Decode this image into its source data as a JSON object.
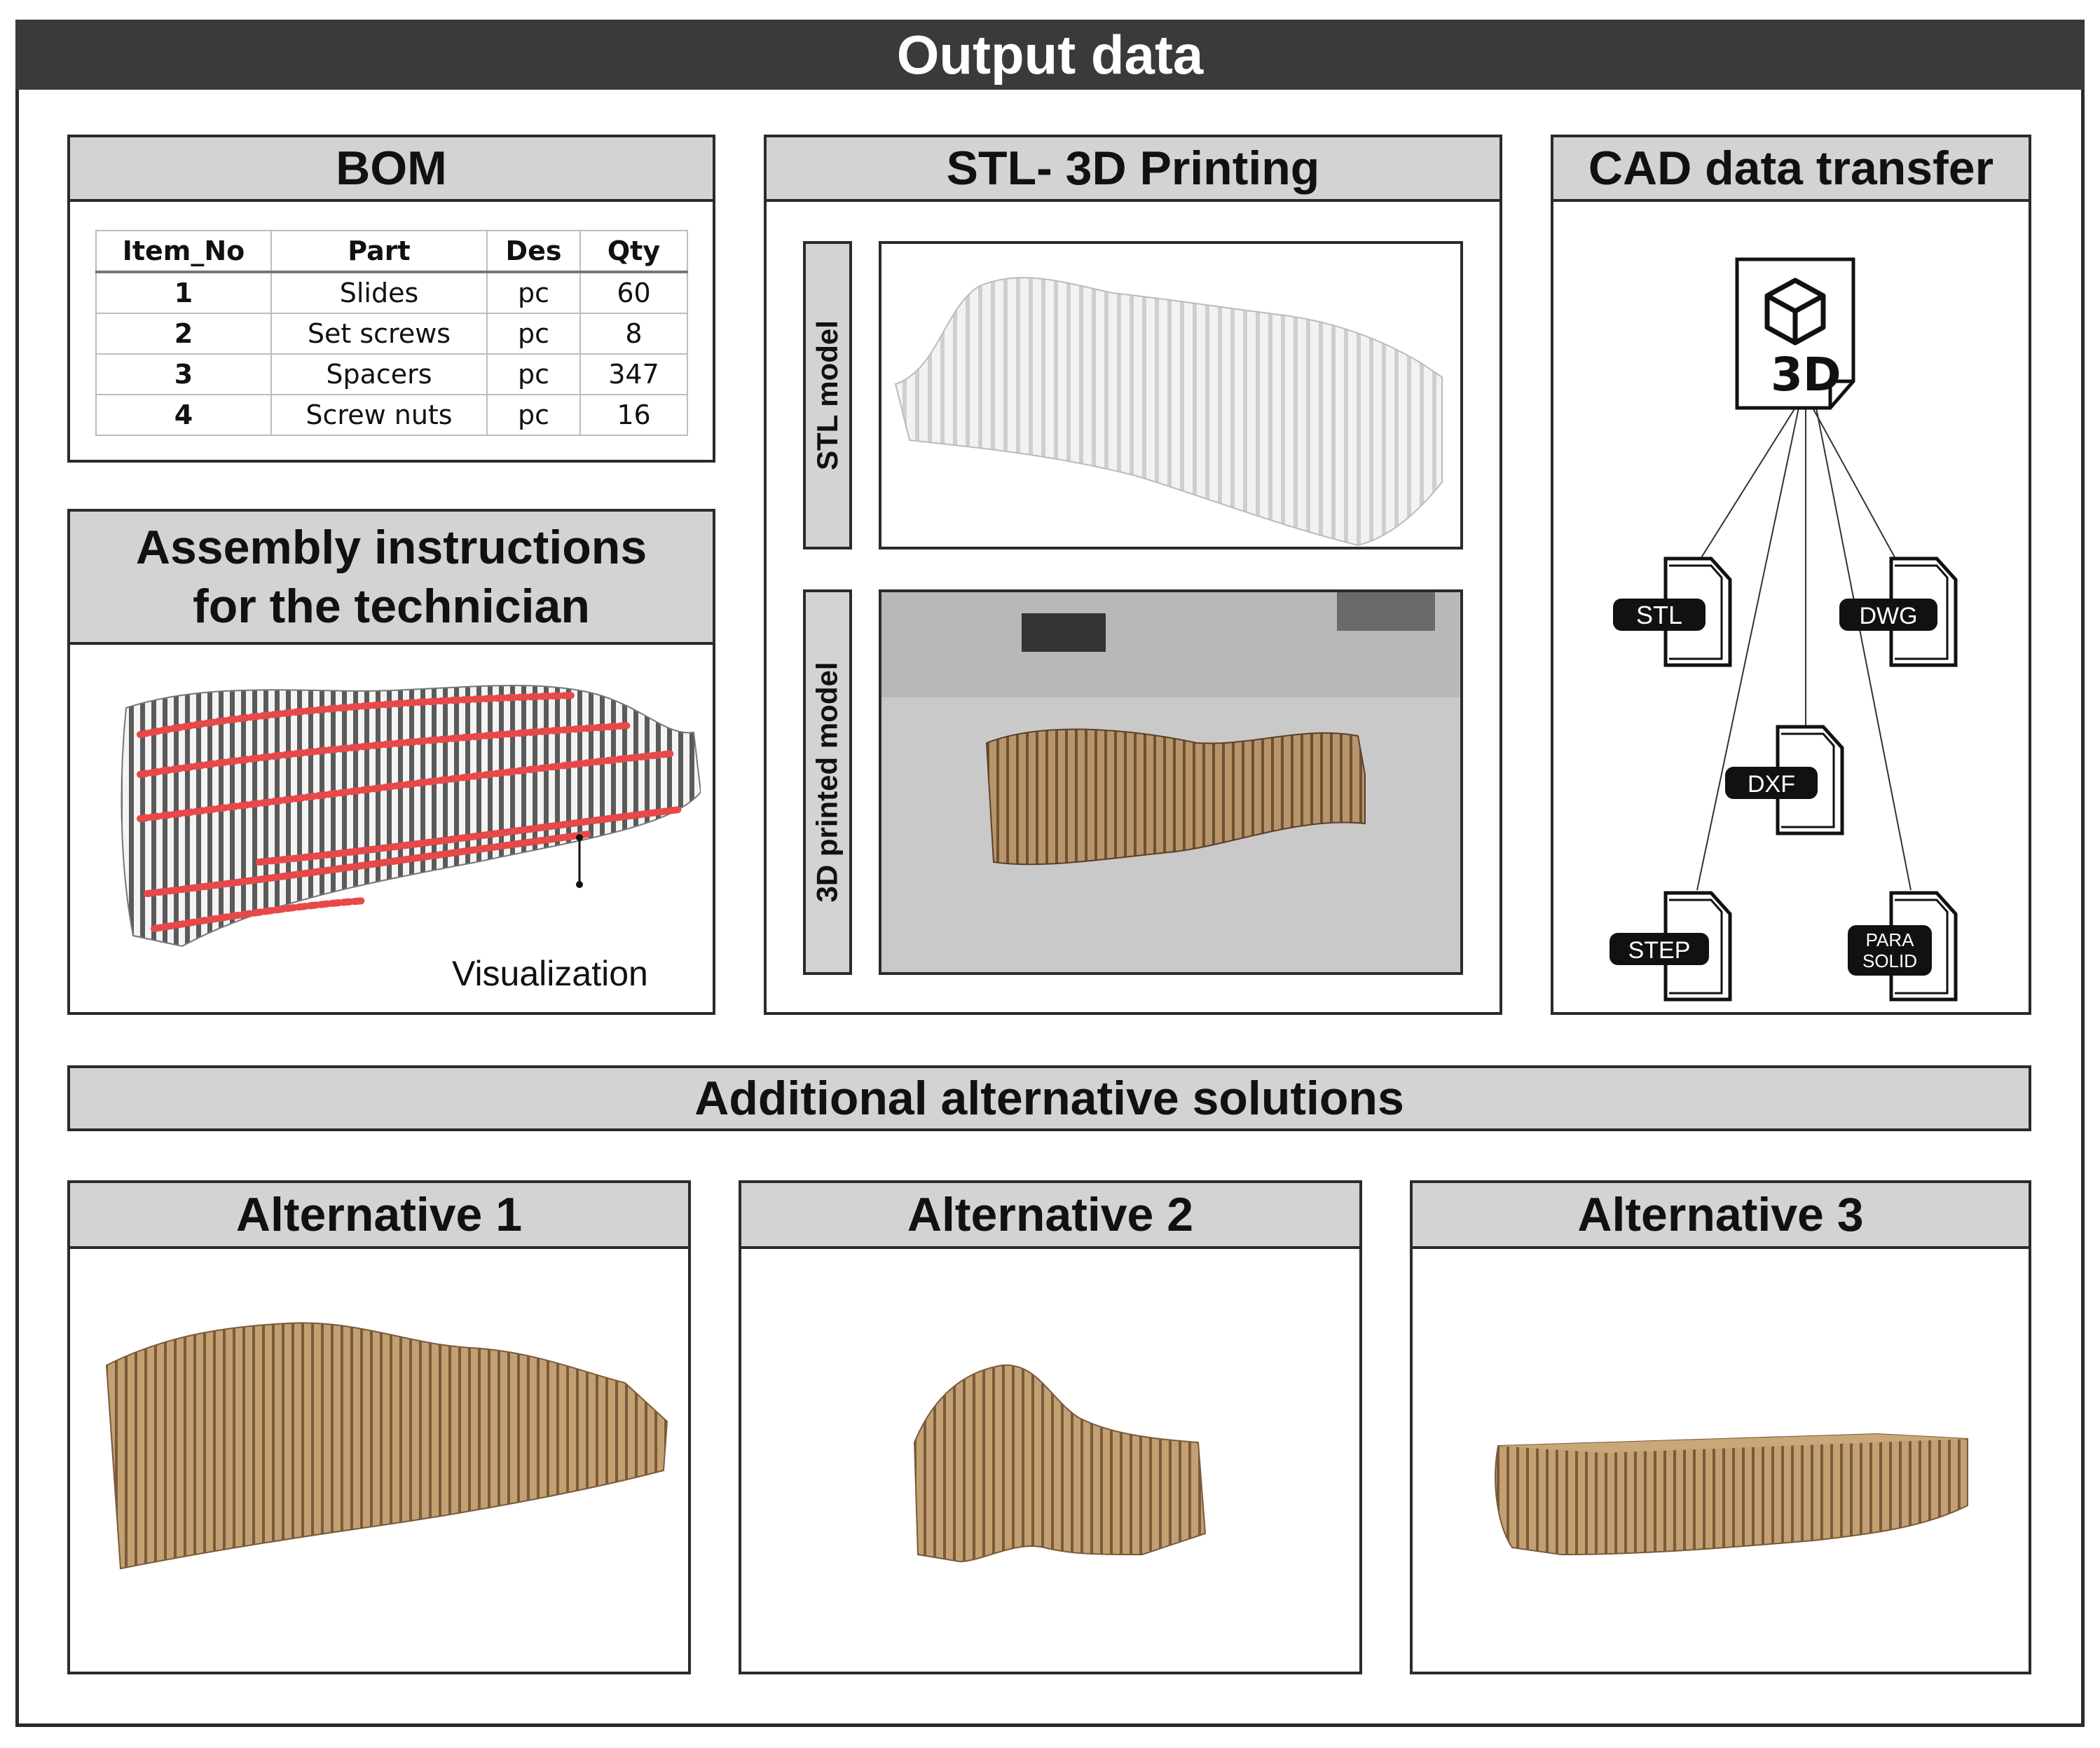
{
  "title": "Output data",
  "bom": {
    "header": "BOM",
    "columns": [
      "Item_No",
      "Part",
      "Des",
      "Qty"
    ],
    "rows": [
      {
        "item": "1",
        "part": "Slides",
        "des": "pc",
        "qty": "60"
      },
      {
        "item": "2",
        "part": "Set screws",
        "des": "pc",
        "qty": "8"
      },
      {
        "item": "3",
        "part": "Spacers",
        "des": "pc",
        "qty": "347"
      },
      {
        "item": "4",
        "part": "Screw nuts",
        "des": "pc",
        "qty": "16"
      }
    ]
  },
  "assembly": {
    "header_line1": "Assembly instructions",
    "header_line2": "for the technician",
    "visualization_label": "Visualization"
  },
  "stl": {
    "header": "STL- 3D Printing",
    "stl_model_label": "STL model",
    "printed_model_label": "3D printed model"
  },
  "cad": {
    "header": "CAD data transfer",
    "source_icon_text": "3D",
    "formats": [
      "STL",
      "DWG",
      "DXF",
      "STEP",
      "PARA",
      "SOLID"
    ]
  },
  "alternatives": {
    "header": "Additional alternative solutions",
    "items": [
      "Alternative 1",
      "Alternative 2",
      "Alternative 3"
    ]
  },
  "colors": {
    "header_dark": "#3a3a3a",
    "header_gray": "#d3d3d3",
    "plywood": "#b8946a",
    "red_marker": "#e8484a"
  }
}
